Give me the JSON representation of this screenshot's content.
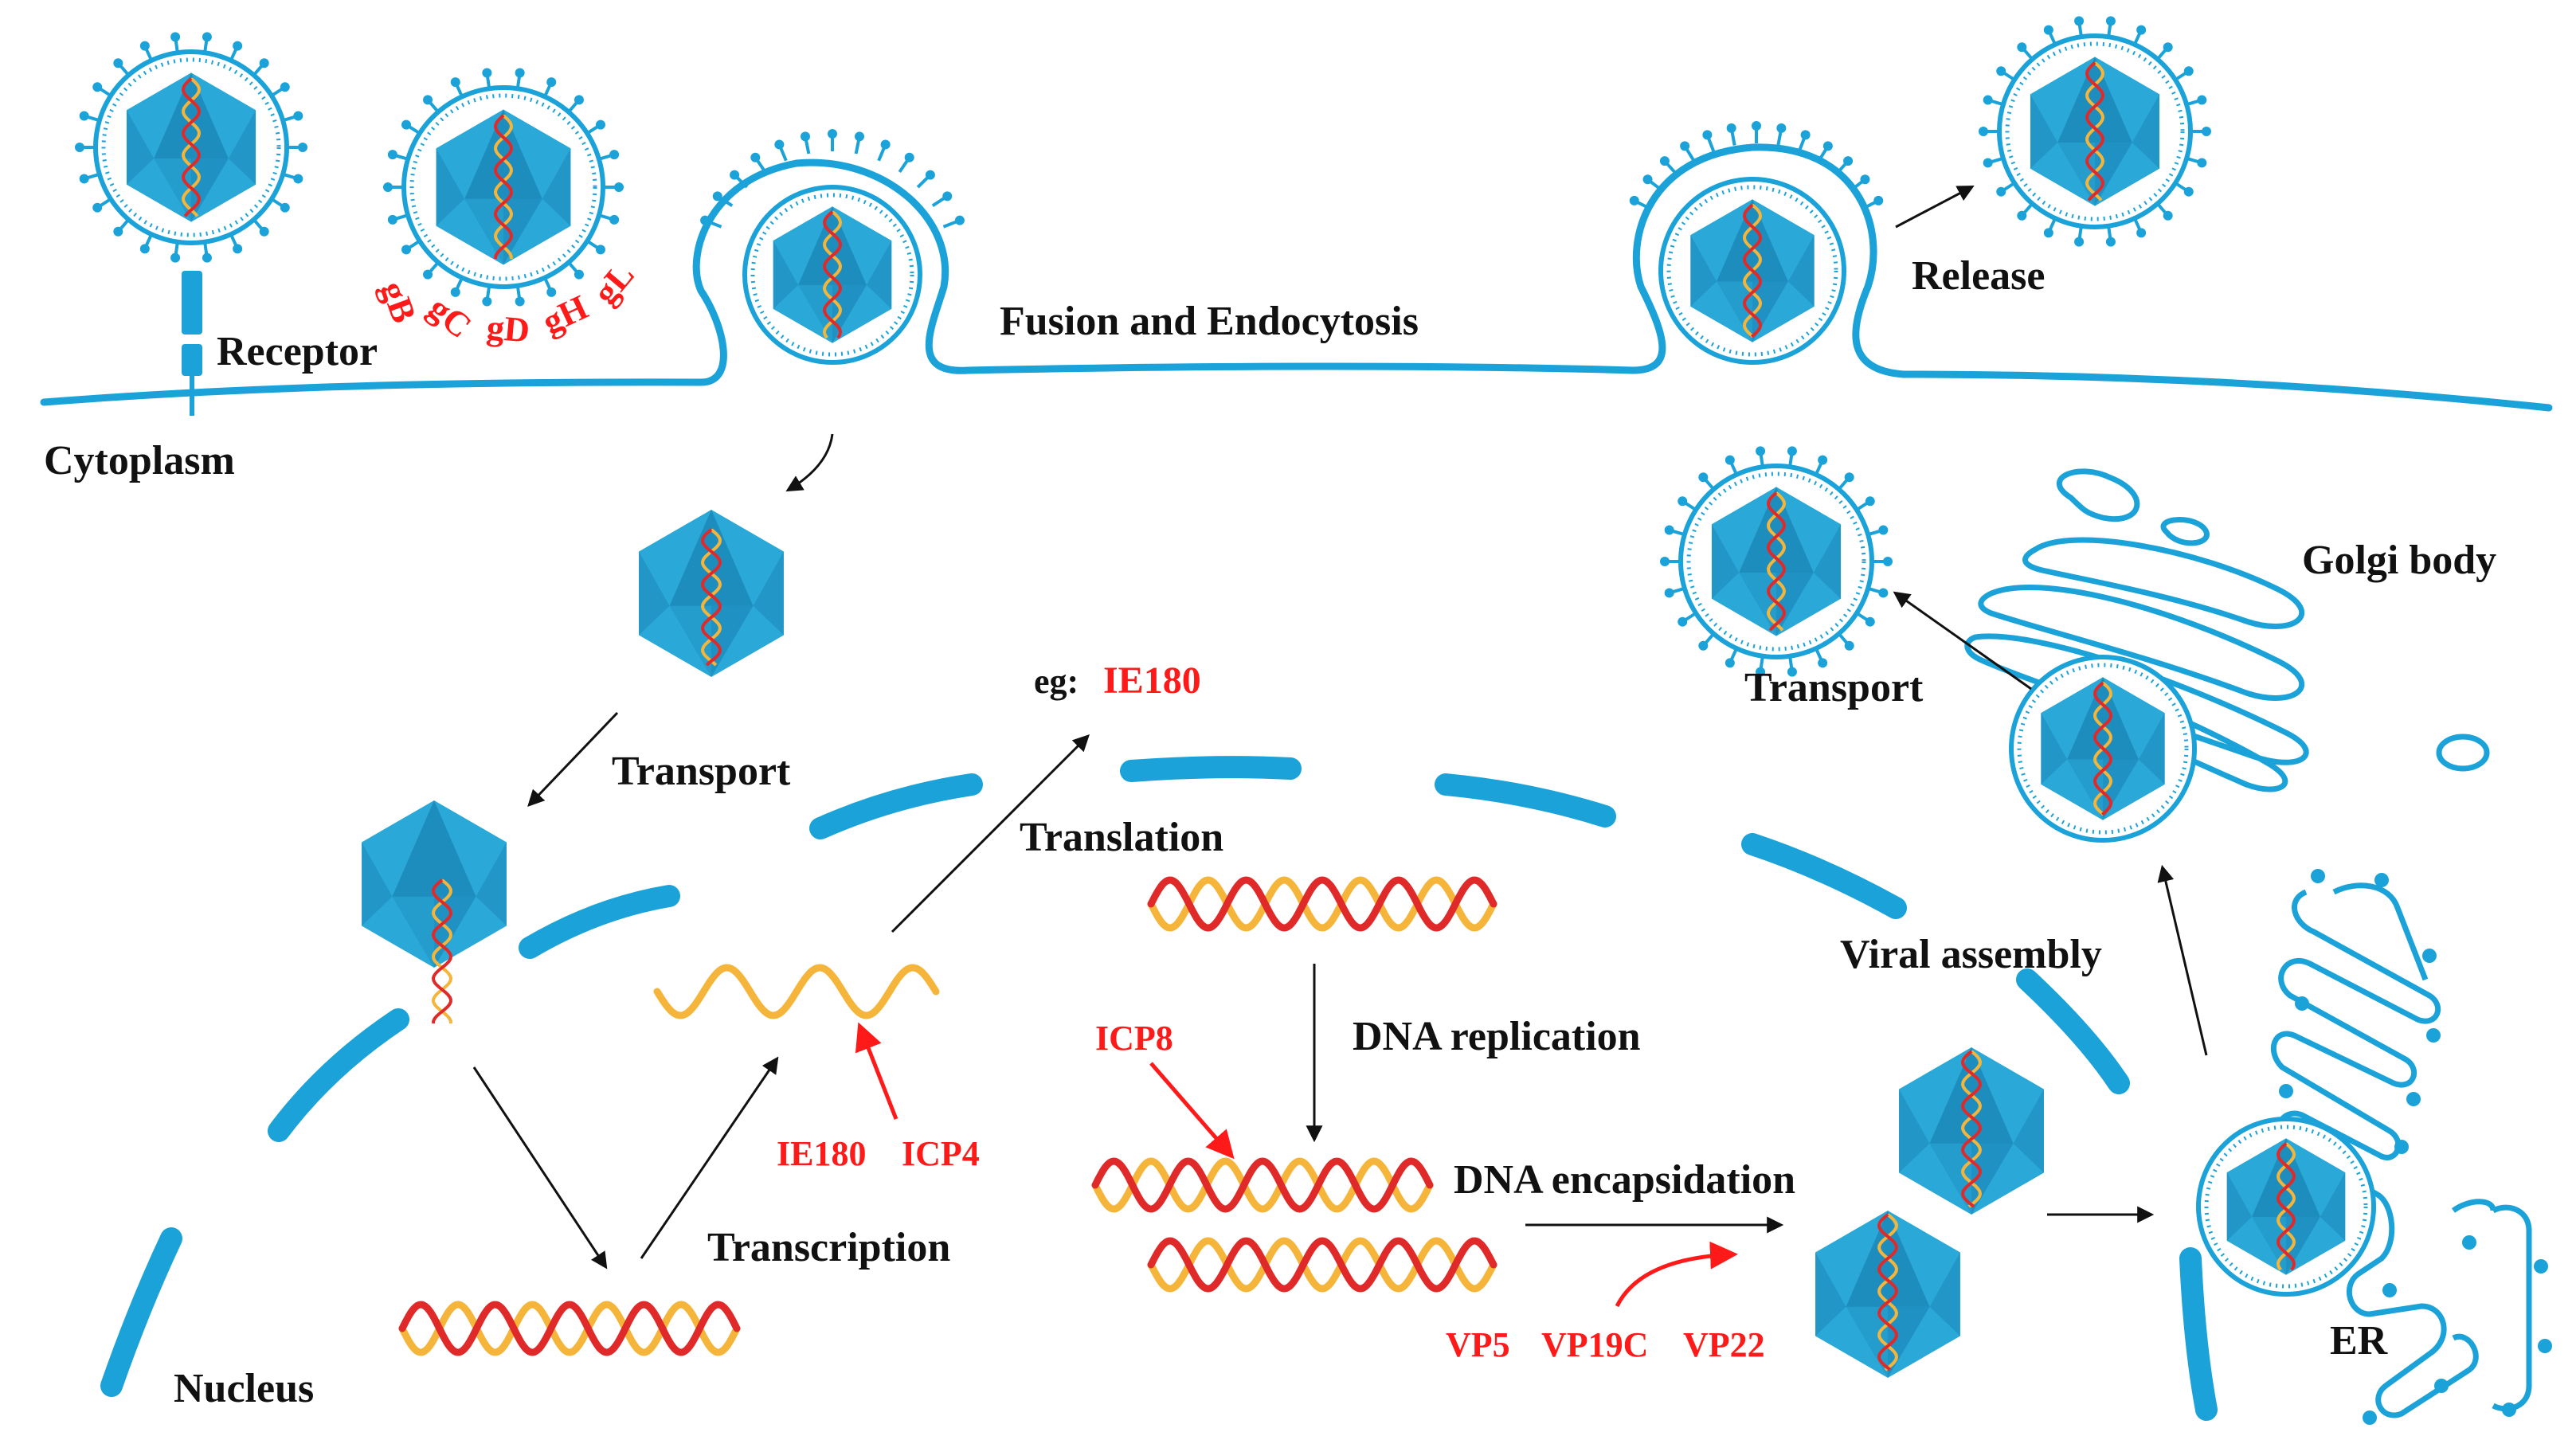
{
  "colors": {
    "membrane": "#1ba3d9",
    "capsid_light": "#2aa8d8",
    "capsid_dark": "#1276a8",
    "dna_orange": "#f5b53a",
    "dna_red": "#e02a2a",
    "label_red": "#ff1a1a",
    "label_black": "#111111"
  },
  "labels": {
    "receptor": "Receptor",
    "cytoplasm": "Cytoplasm",
    "fusion": "Fusion and Endocytosis",
    "release": "Release",
    "transport_top": "Transport",
    "transport_mid": "Transport",
    "golgi": "Golgi body",
    "translation": "Translation",
    "eg": "eg:",
    "ie180_top": "IE180",
    "transcription": "Transcription",
    "ie180_bottom": "IE180",
    "icp4": "ICP4",
    "icp8": "ICP8",
    "dna_replication": "DNA replication",
    "dna_encapsidation": "DNA encapsidation",
    "viral_assembly": "Viral assembly",
    "vp5": "VP5",
    "vp19c": "VP19C",
    "vp22": "VP22",
    "nucleus": "Nucleus",
    "er": "ER"
  },
  "glycoproteins": [
    "gB",
    "gC",
    "gD",
    "gH",
    "gL"
  ],
  "icons": {
    "virion": "enveloped-virion-icon",
    "capsid": "icosahedral-capsid-icon",
    "dna": "double-helix-icon",
    "mrna": "mrna-wave-icon"
  }
}
